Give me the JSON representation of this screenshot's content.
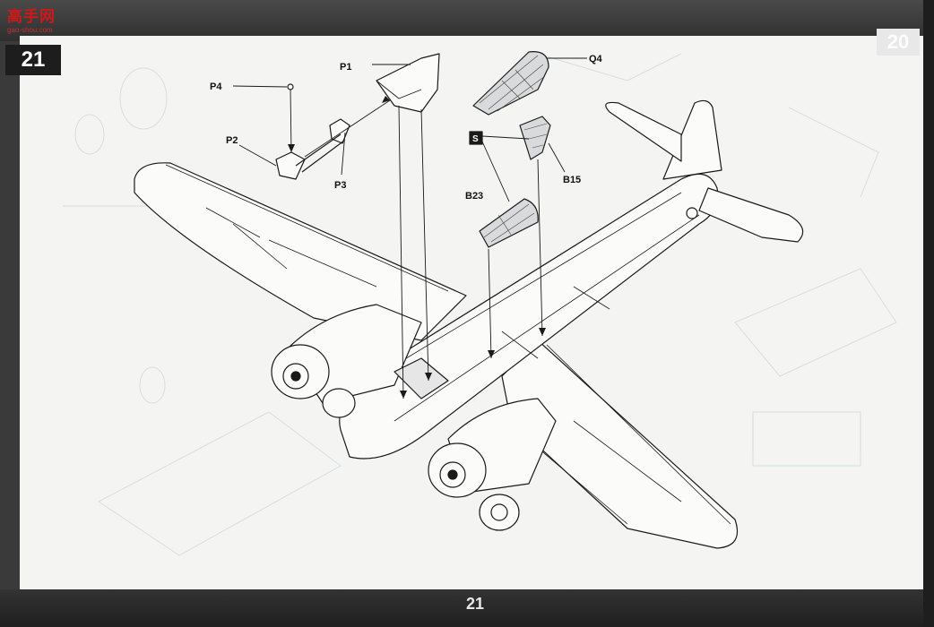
{
  "watermark": {
    "text": "高手网",
    "sub": "gao-shou.com"
  },
  "step_number": "21",
  "page_number": "21",
  "ghost_step_number": "20",
  "parts": {
    "p1": "P1",
    "p2": "P2",
    "p3": "P3",
    "p4": "P4",
    "q4": "Q4",
    "b15": "B15",
    "b23": "B23",
    "s_symbol": "S"
  },
  "colors": {
    "ink": "#111111",
    "paper": "#f4f4f3",
    "bar": "#1d1d1d"
  }
}
